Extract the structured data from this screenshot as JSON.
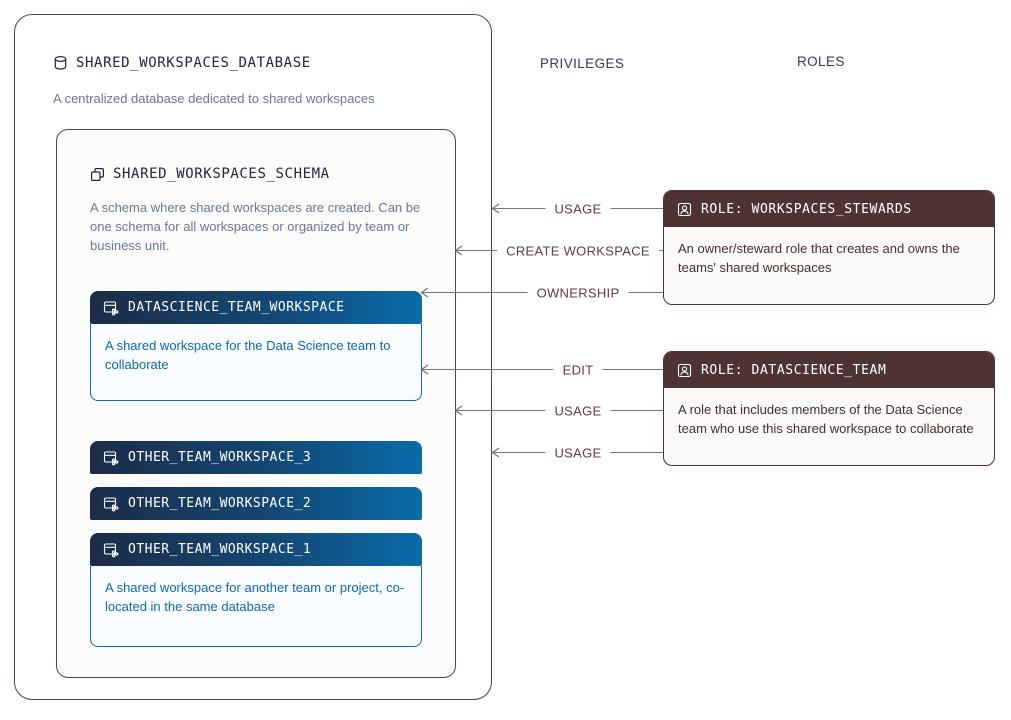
{
  "database": {
    "title": "SHARED_WORKSPACES_DATABASE",
    "description": "A centralized database dedicated to shared workspaces"
  },
  "schema": {
    "title": "SHARED_WORKSPACES_SCHEMA",
    "description": "A schema where shared workspaces are created. Can be one schema for all workspaces or organized by team or business unit."
  },
  "workspaces": {
    "datascience": {
      "title": "DATASCIENCE_TEAM_WORKSPACE",
      "description": "A shared workspace for the Data Science team to collaborate"
    },
    "other3": {
      "title": "OTHER_TEAM_WORKSPACE_3"
    },
    "other2": {
      "title": "OTHER_TEAM_WORKSPACE_2"
    },
    "other1": {
      "title": "OTHER_TEAM_WORKSPACE_1",
      "description": "A shared workspace for another team or project, co-located in the same database"
    }
  },
  "columns": {
    "privileges": "PRIVILEGES",
    "roles": "ROLES"
  },
  "roles": {
    "stewards": {
      "title": "ROLE: WORKSPACES_STEWARDS",
      "description": "An owner/steward role that creates and owns the teams' shared workspaces"
    },
    "datascience": {
      "title": "ROLE: DATASCIENCE_TEAM",
      "description": "A role that includes members of the Data Science team who use this shared workspace to collaborate"
    }
  },
  "connectors": [
    {
      "label": "USAGE",
      "from": "ROLE: WORKSPACES_STEWARDS",
      "to": "SHARED_WORKSPACES_DATABASE"
    },
    {
      "label": "CREATE WORKSPACE",
      "from": "ROLE: WORKSPACES_STEWARDS",
      "to": "SHARED_WORKSPACES_SCHEMA"
    },
    {
      "label": "OWNERSHIP",
      "from": "ROLE: WORKSPACES_STEWARDS",
      "to": "DATASCIENCE_TEAM_WORKSPACE"
    },
    {
      "label": "EDIT",
      "from": "ROLE: DATASCIENCE_TEAM",
      "to": "DATASCIENCE_TEAM_WORKSPACE"
    },
    {
      "label": "USAGE",
      "from": "ROLE: DATASCIENCE_TEAM",
      "to": "SHARED_WORKSPACES_SCHEMA"
    },
    {
      "label": "USAGE",
      "from": "ROLE: DATASCIENCE_TEAM",
      "to": "SHARED_WORKSPACES_DATABASE"
    }
  ],
  "colors": {
    "workspace_gradient_start": "#1c2c48",
    "workspace_gradient_end": "#0a6ca9",
    "workspace_border": "#0d6ba9",
    "workspace_text": "#1268a5",
    "role_header": "#4d3334",
    "role_text": "#40302f",
    "outline": "#3e4a5c",
    "connector_line": "#71787f",
    "privilege_label": "#5c3f3f",
    "muted_text": "#6a7890"
  }
}
